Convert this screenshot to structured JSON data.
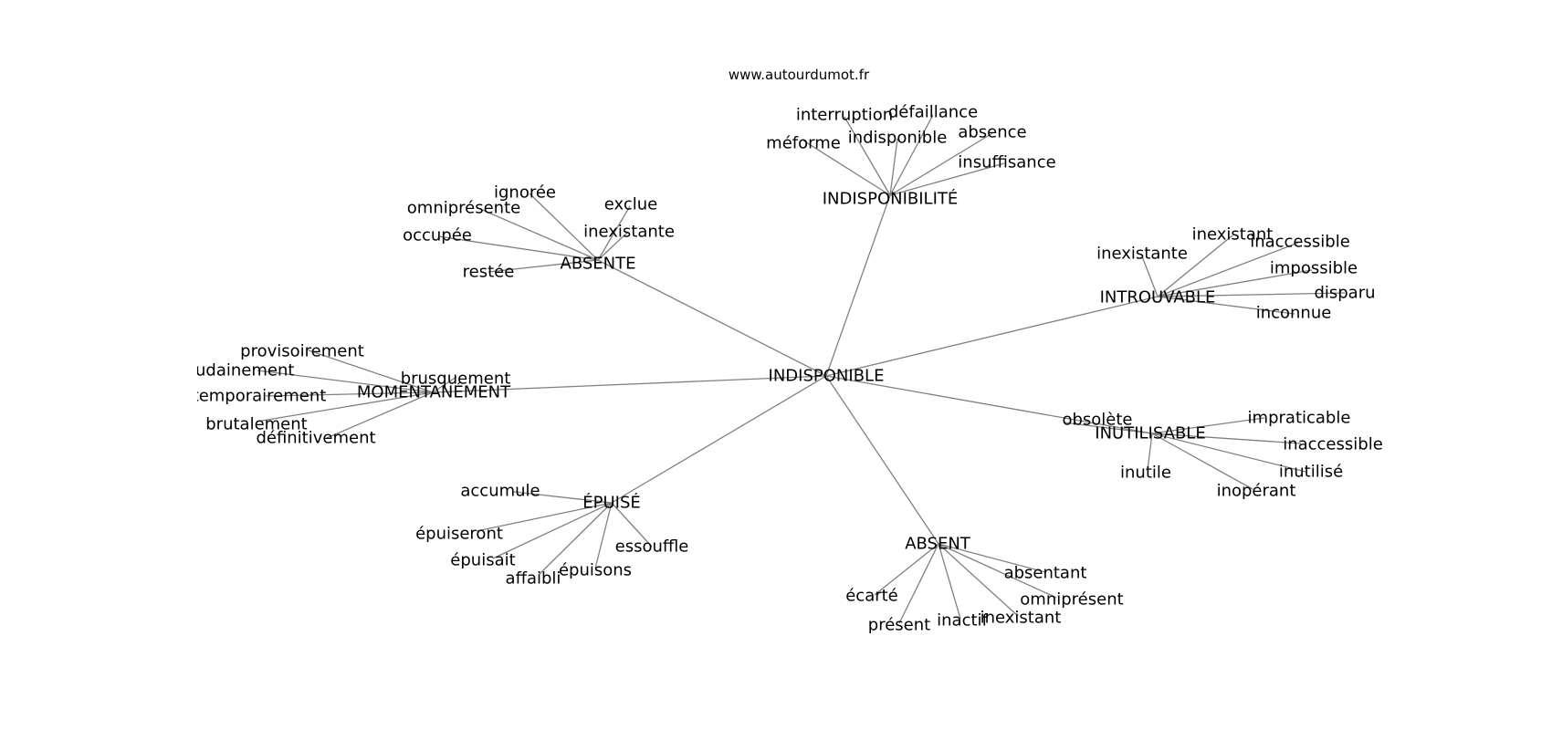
{
  "site": "www.autourdumot.fr",
  "center": "INDISPONIBLE",
  "groups": [
    {
      "label": "INDISPONIBILITÉ",
      "words": [
        "interruption",
        "défaillance",
        "méforme",
        "indisponible",
        "absence",
        "insuffisance"
      ]
    },
    {
      "label": "ABSENTE",
      "words": [
        "ignorée",
        "omniprésente",
        "exclue",
        "inexistante",
        "occupée",
        "restée"
      ]
    },
    {
      "label": "INTROUVABLE",
      "words": [
        "inexistant",
        "inexistante",
        "inaccessible",
        "impossible",
        "disparu",
        "inconnue"
      ]
    },
    {
      "label": "MOMENTANÉMENT",
      "words": [
        "provisoirement",
        "soudainement",
        "temporairement",
        "brusquement",
        "brutalement",
        "définitivement"
      ]
    },
    {
      "label": "INUTILISABLE",
      "words": [
        "obsolète",
        "impraticable",
        "inaccessible",
        "inutilisé",
        "inutile",
        "inopérant"
      ]
    },
    {
      "label": "ÉPUISÉ",
      "words": [
        "accumule",
        "épuiseront",
        "épuisait",
        "essouffle",
        "affaibli",
        "épuisons"
      ]
    },
    {
      "label": "ABSENT",
      "words": [
        "absentant",
        "omniprésent",
        "écarté",
        "présent",
        "inactif",
        "inexistant"
      ]
    }
  ]
}
